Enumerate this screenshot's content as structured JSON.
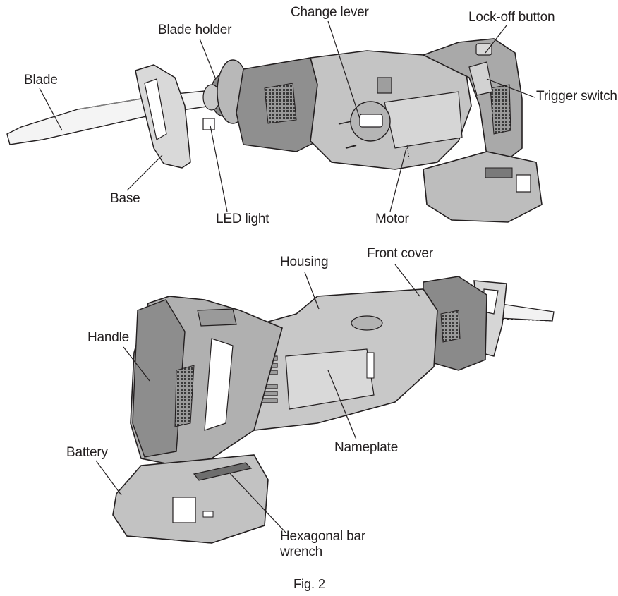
{
  "figure": {
    "caption": "Fig. 2",
    "top_view": {
      "labels": {
        "blade": "Blade",
        "blade_holder": "Blade holder",
        "change_lever": "Change lever",
        "lock_off_button": "Lock-off button",
        "trigger_switch": "Trigger switch",
        "base": "Base",
        "led_light": "LED light",
        "motor": "Motor"
      }
    },
    "bottom_view": {
      "labels": {
        "housing": "Housing",
        "front_cover": "Front cover",
        "handle": "Handle",
        "battery": "Battery",
        "nameplate": "Nameplate",
        "hex_wrench_line1": "Hexagonal bar",
        "hex_wrench_line2": "wrench"
      }
    }
  }
}
